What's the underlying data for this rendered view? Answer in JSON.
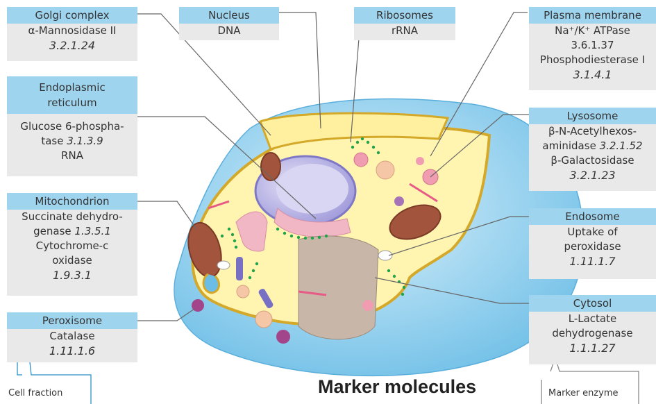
{
  "caption": "Marker molecules",
  "legend": {
    "cell_fraction": "Cell fraction",
    "marker_enzyme": "Marker enzyme"
  },
  "compartments": {
    "golgi": {
      "name": "Golgi complex",
      "lines": [
        "α-Mannosidase II"
      ],
      "ec": "3.2.1.24"
    },
    "nucleus": {
      "name": "Nucleus",
      "lines": [
        "DNA"
      ]
    },
    "ribosomes": {
      "name": "Ribosomes",
      "lines": [
        "rRNA"
      ]
    },
    "plasma_membrane": {
      "name": "Plasma membrane",
      "lines": [
        "Na⁺/K⁺ ATPase",
        "3.6.1.37",
        "Phosphodiesterase I"
      ],
      "ec": "3.1.4.1"
    },
    "er": {
      "name_lines": [
        "Endoplasmic",
        "reticulum"
      ],
      "lines": [
        "Glucose 6-phospha-"
      ],
      "line2_prefix": "tase ",
      "line2_ec": "3.1.3.9",
      "extra": "RNA"
    },
    "lysosome": {
      "name": "Lysosome",
      "lines": [
        "β-N-Acetylhexos-"
      ],
      "line2_prefix": "aminidase ",
      "line2_ec": "3.2.1.52",
      "line3": "β-Galactosidase",
      "ec": "3.2.1.23"
    },
    "mitochondrion": {
      "name": "Mitochondrion",
      "line1": "Succinate dehydro-",
      "line2_prefix": "genase ",
      "line2_ec": "1.3.5.1",
      "line3": "Cytochrome-c",
      "line4": "oxidase",
      "ec": "1.9.3.1"
    },
    "endosome": {
      "name": "Endosome",
      "line1": "Uptake of",
      "line2": "peroxidase",
      "ec": "1.11.1.7"
    },
    "peroxisome": {
      "name": "Peroxisome",
      "line1": "Catalase",
      "ec": "1.11.1.6"
    },
    "cytosol": {
      "name": "Cytosol",
      "line1": "L-Lactate",
      "line2": "dehydrogenase",
      "ec": "1.1.1.27"
    }
  },
  "colors": {
    "header": "#9fd4ee",
    "box": "#e9e9e9",
    "cell_outer": "#7cc6ea",
    "cytoplasm": "#fff4b0",
    "nucleus": "#b9b4e6"
  }
}
